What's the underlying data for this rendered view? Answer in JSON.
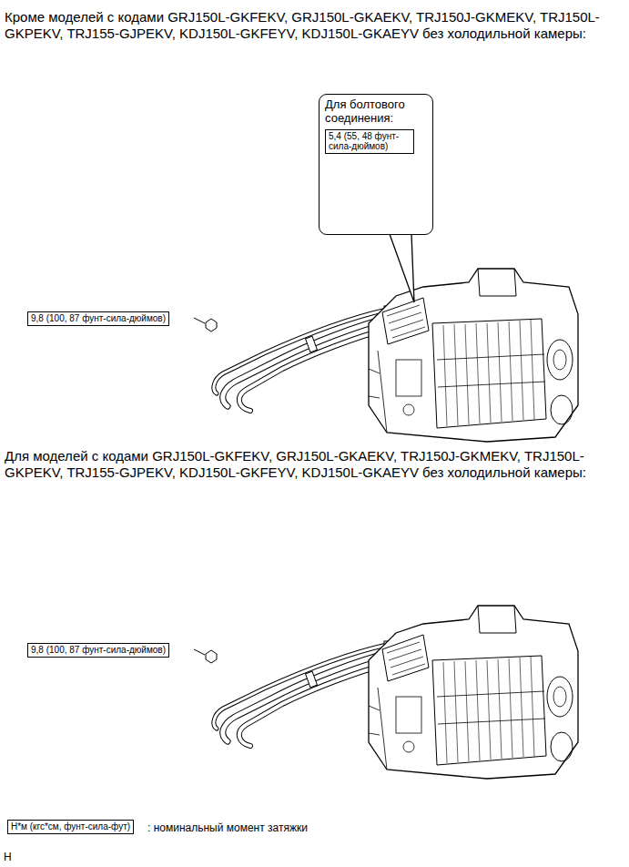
{
  "diagram": {
    "nodes": [
      {
        "text": [
          "Для болтового соединения:"
        ]
      },
      {
        "text": [
          "5,4 (55, 48 фунт-сила-дюймов)"
        ],
        "in": 0
      },
      {
        "text": [
          "9,8 (100, 87 фунт-сила-дюймов)"
        ]
      },
      {
        "text": [
          "9,8 (100, 87 фунт-сила-дюймов)"
        ]
      },
      {
        "text": [
          "Н*м (кгс*см, фунт-сила-фут)"
        ]
      }
    ],
    "labels": [
      "Кроме моделей с кодами GRJ150L-GKFEKV, GRJ150L-GKAEKV, TRJ150J-GKMEKV, TRJ150L-GKPEKV, TRJ155-GJPEKV, KDJ150L-GKFEYV, KDJ150L-GKAEYV без холодильной камеры:",
      "Для моделей с кодами GRJ150L-GKFEKV, GRJ150L-GKAEKV, TRJ150J-GKMEKV, TRJ150L-GKPEKV, TRJ155-GJPEKV, KDJ150L-GKFEYV, KDJ150L-GKAEYV без холодильной камеры:",
      ": номинальный момент затяжки",
      "H"
    ]
  }
}
